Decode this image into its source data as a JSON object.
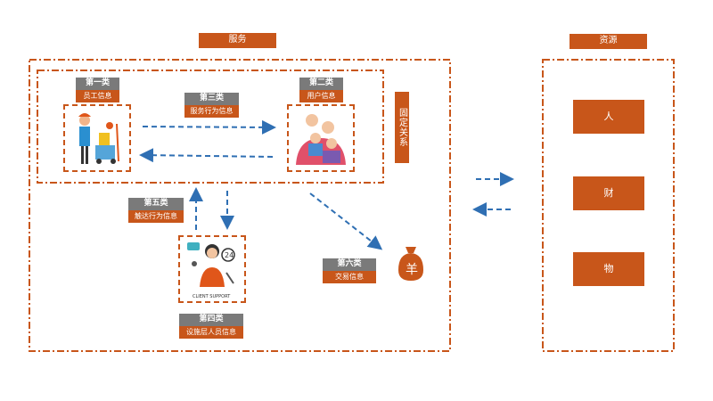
{
  "service_title": "服务",
  "resource_title": "资源",
  "fixed_relation": "固定关系",
  "categories": {
    "c1": {
      "head": "第一类",
      "sub": "员工信息"
    },
    "c2": {
      "head": "第二类",
      "sub": "用户信息"
    },
    "c3": {
      "head": "第三类",
      "sub": "服务行为信息"
    },
    "c4": {
      "head": "第四类",
      "sub": "设施层人员信息"
    },
    "c5": {
      "head": "第五类",
      "sub": "触达行为信息"
    },
    "c6": {
      "head": "第六类",
      "sub": "交易信息"
    }
  },
  "resources": {
    "r1": "人",
    "r2": "财",
    "r3": "物"
  },
  "money_symbol": "羊",
  "support_caption": "CLIENT SUPPORT",
  "badge_24": "24",
  "colors": {
    "accent": "#c8561a",
    "grey": "#7a7a7a",
    "arrow": "#2f6fb3"
  }
}
